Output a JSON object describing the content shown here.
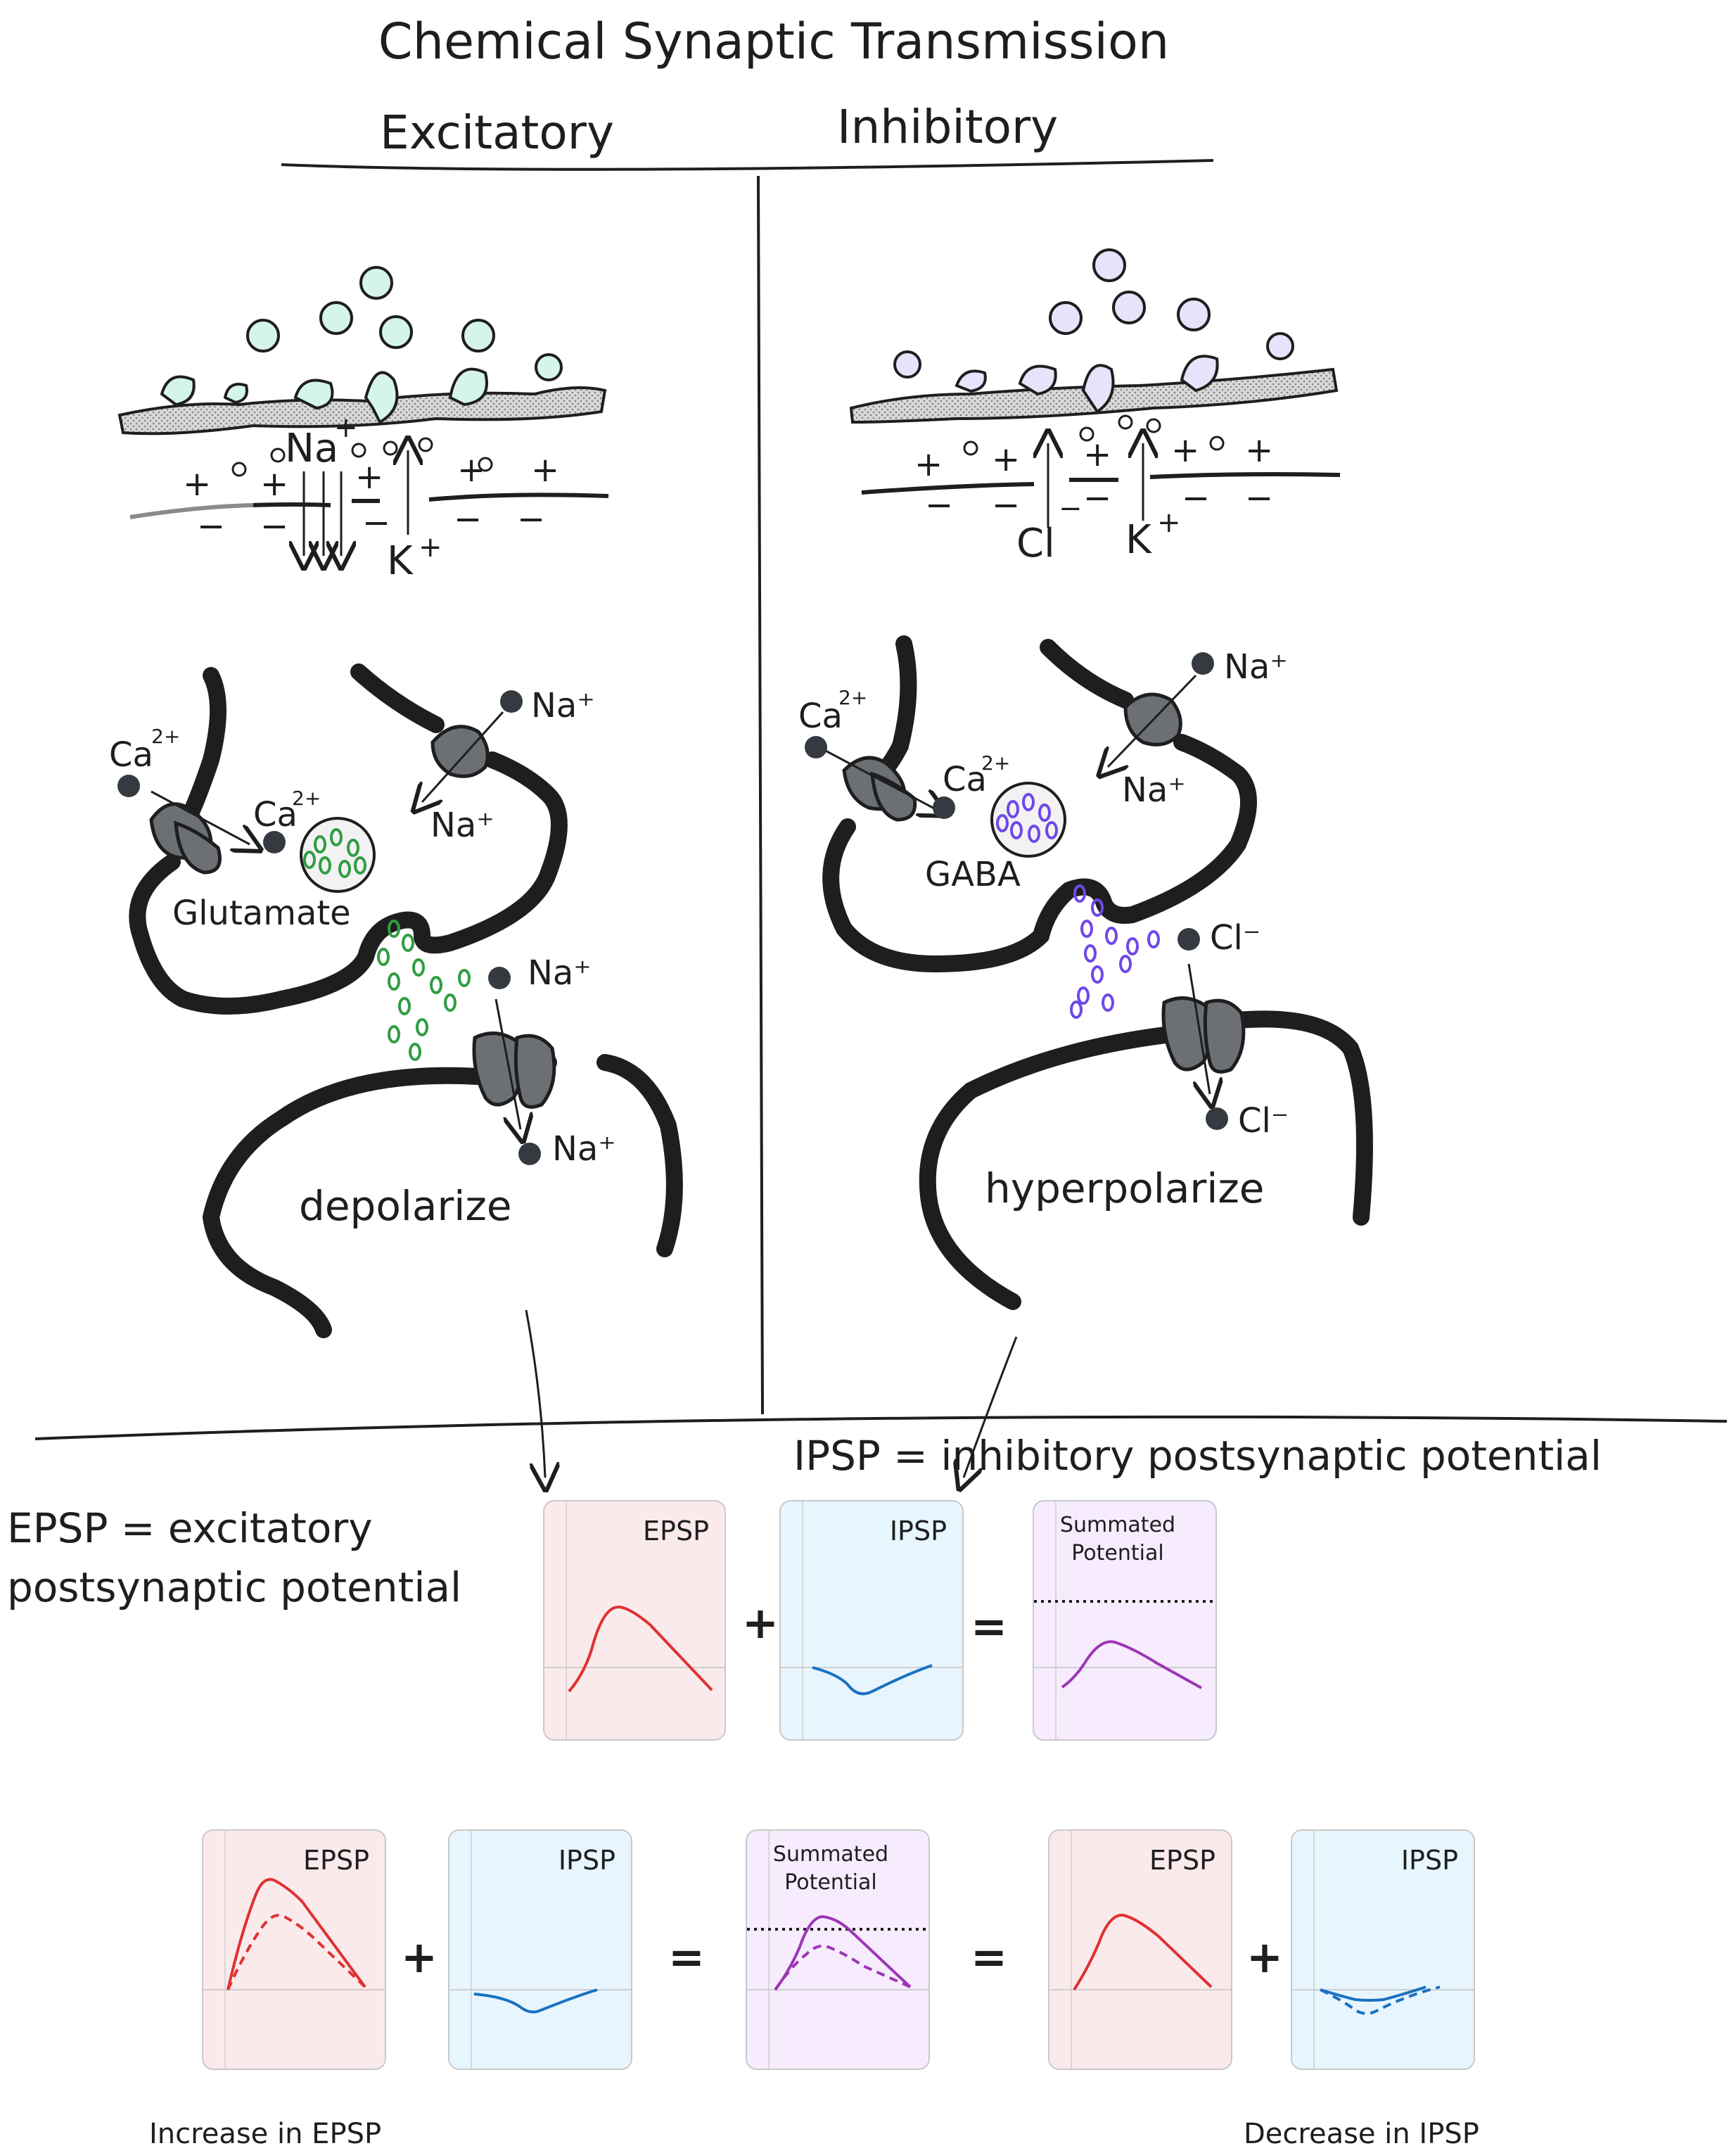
{
  "title": "Chemical Synaptic Transmission",
  "columns": {
    "excitatory": "Excitatory",
    "inhibitory": "Inhibitory"
  },
  "ions": {
    "na": "Na",
    "k": "K",
    "cl": "Cl",
    "ca": "Ca",
    "plus": "+",
    "minus": "−",
    "ca_charge": "2+",
    "na_plus": "Na⁺",
    "k_plus": "K⁺",
    "cl_minus": "Cl⁻"
  },
  "excitatory": {
    "neurotransmitter": "Glutamate",
    "effect": "depolarize",
    "vesicle_color": "#d6f5ea"
  },
  "inhibitory": {
    "neurotransmitter": "GABA",
    "effect": "hyperpolarize",
    "vesicle_color": "#e9e2fb"
  },
  "definitions": {
    "epsp_line1": "EPSP = excitatory",
    "epsp_line2": "postsynaptic potential",
    "ipsp": "IPSP = inhibitory postsynaptic potential"
  },
  "equations": {
    "plus": "+",
    "equals": "=",
    "row1": {
      "panels": [
        {
          "title": "EPSP",
          "bg": "#fbeaec",
          "color": "#e03131"
        },
        {
          "title": "IPSP",
          "bg": "#e7f5fe",
          "color": "#1971c2"
        },
        {
          "title": "Summated Potential",
          "bg": "#f6ecfd",
          "color": "#9c36b5"
        }
      ]
    },
    "row2": {
      "panels": [
        {
          "title": "EPSP",
          "bg": "#fbeaec",
          "color": "#e03131"
        },
        {
          "title": "IPSP",
          "bg": "#e7f5fe",
          "color": "#1971c2"
        },
        {
          "title": "Summated Potential",
          "bg": "#f6ecfd",
          "color": "#9c36b5"
        },
        {
          "title": "EPSP",
          "bg": "#fbeaec",
          "color": "#e03131"
        },
        {
          "title": "IPSP",
          "bg": "#e7f5fe",
          "color": "#1971c2"
        }
      ],
      "caption_left": "Increase in EPSP",
      "caption_right": "Decrease in IPSP"
    }
  },
  "colors": {
    "ink": "#1e1e1e",
    "membrane_fill": "#c8c8c8",
    "channel_fill": "#6c7075",
    "glutamate": "#2f9e44",
    "gaba": "#7048e8"
  }
}
